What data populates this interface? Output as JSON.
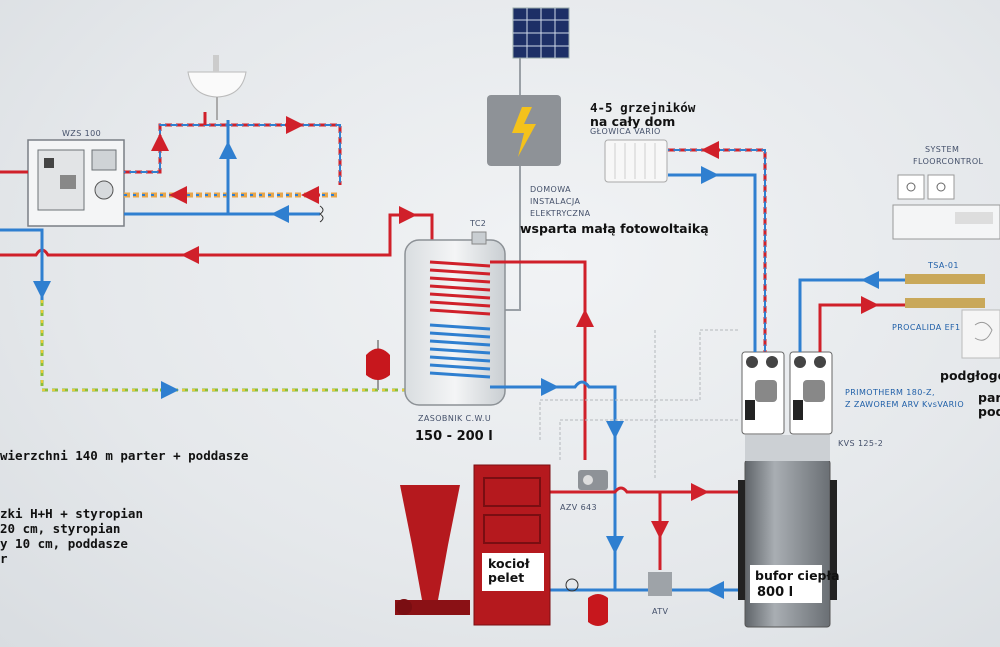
{
  "labels": {
    "wzs": "WZS 100",
    "tc2": "TC2",
    "zasobnik": "ZASOBNIK C.W.U",
    "zasobnik_cap": "150 - 200 l",
    "domowa_1": "DOMOWA",
    "domowa_2": "INSTALACJA",
    "domowa_3": "ELEKTRYCZNA",
    "fotowoltaika": "wsparta małą fotowoltaiką",
    "grzejniki_1": "4-5 grzejników",
    "grzejniki_2": "na cały dom",
    "glowica": "GŁOWICA VARIO",
    "system_1": "SYSTEM",
    "system_2": "FLOORCONTROL",
    "tsa": "TSA-01",
    "procalida": "PROCALIDA EF1",
    "primotherm_1": "PRIMOTHERM 180-Z,",
    "primotherm_2": "Z ZAWOREM ARV KvsVARIO",
    "kvs": "KVS 125-2",
    "azv": "AZV 643",
    "atv": "ATV",
    "kociol_1": "kocioł",
    "kociol_2": "pelet",
    "bufor_1": "bufor ciepła",
    "bufor_2": "800 l",
    "podlog_1": "podgłogó",
    "podlog_2": "par",
    "podlog_3": "pod",
    "left_1": "wierzchni 140 m parter + poddasze",
    "left_2": "zki H+H + styropian",
    "left_3": "20 cm, styropian",
    "left_4": "y 10 cm, poddasze",
    "left_5": "r"
  },
  "colors": {
    "hot": "#d0202a",
    "cold": "#2f7fd0",
    "dashed_green": "#8bbf3a",
    "dashed_yellow": "#e8c83a",
    "tank": "#b5191e",
    "device_gray": "#9ea3a8"
  }
}
